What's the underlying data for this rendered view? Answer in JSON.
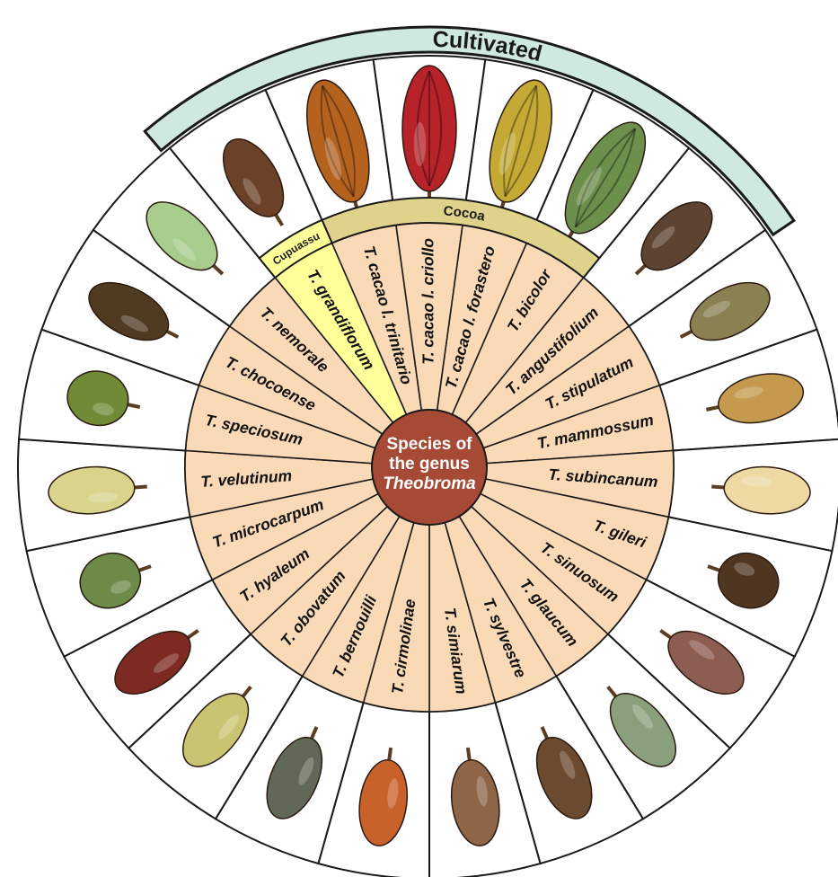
{
  "center": {
    "line1": "Species of",
    "line2": "the genus",
    "line3": "Theobroma"
  },
  "bands": {
    "cultivated": "Cultivated",
    "cocoa": "Cocoa",
    "cupuassu": "Cupuassu"
  },
  "colors": {
    "outer_ring": "#ffffff",
    "inner_wedge": "#fad9b6",
    "highlight_wedge": "#ffff99",
    "center_disc": "#a64a36",
    "cultivated_band": "#cfe9df",
    "cocoa_band": "#dfd28b"
  },
  "species": [
    {
      "name": "T. grandiflorum",
      "highlight": true,
      "pod": "brown-oval-icon",
      "color": "#6b4127"
    },
    {
      "name": "T. cacao l. trinitario",
      "highlight": false,
      "pod": "ribbed-pod-icon",
      "color": "#b5621f"
    },
    {
      "name": "T. cacao l. criollo",
      "highlight": false,
      "pod": "ribbed-pod-icon",
      "color": "#b8232a"
    },
    {
      "name": "T. cacao l. forastero",
      "highlight": false,
      "pod": "ribbed-pod-icon",
      "color": "#c4a934"
    },
    {
      "name": "T. bicolor",
      "highlight": false,
      "pod": "striped-pod-icon",
      "color": "#6d8f4c"
    },
    {
      "name": "T. angustifolium",
      "highlight": false,
      "pod": "brown-oval-icon",
      "color": "#5d4331"
    },
    {
      "name": "T. stipulatum",
      "highlight": false,
      "pod": "olive-oval-icon",
      "color": "#8a8152"
    },
    {
      "name": "T. mammossum",
      "highlight": false,
      "pod": "lobed-pod-icon",
      "color": "#c59a4e"
    },
    {
      "name": "T. subincanum",
      "highlight": false,
      "pod": "pale-oval-icon",
      "color": "#eed9a3"
    },
    {
      "name": "T. gileri",
      "highlight": false,
      "pod": "dark-oval-icon",
      "color": "#4e3620"
    },
    {
      "name": "T. sinuosum",
      "highlight": false,
      "pod": "flower-pod-icon",
      "color": "#8d5d52"
    },
    {
      "name": "T. glaucum",
      "highlight": false,
      "pod": "green-pod-icon",
      "color": "#8aa07c"
    },
    {
      "name": "T. sylvestre",
      "highlight": false,
      "pod": "brown-oval-icon",
      "color": "#6b4a30"
    },
    {
      "name": "T. simiarum",
      "highlight": false,
      "pod": "long-pod-icon",
      "color": "#8e6647"
    },
    {
      "name": "T. cirmolinae",
      "highlight": false,
      "pod": "orange-pod-icon",
      "color": "#c8622a"
    },
    {
      "name": "T. bernouilli",
      "highlight": false,
      "pod": "grey-pod-icon",
      "color": "#626858"
    },
    {
      "name": "T. obovatum",
      "highlight": false,
      "pod": "yellow-pod-icon",
      "color": "#c9c471"
    },
    {
      "name": "T. hyaleum",
      "highlight": false,
      "pod": "red-oval-icon",
      "color": "#7d2a22"
    },
    {
      "name": "T. microcarpum",
      "highlight": false,
      "pod": "green-round-icon",
      "color": "#6d8a48"
    },
    {
      "name": "T. velutinum",
      "highlight": false,
      "pod": "small-pod-icon",
      "color": "#d8d48b"
    },
    {
      "name": "T. speciosum",
      "highlight": false,
      "pod": "green-round-icon",
      "color": "#708a36"
    },
    {
      "name": "T. chocoense",
      "highlight": false,
      "pod": "brown-oval-icon",
      "color": "#4f3a22"
    },
    {
      "name": "T. nemorale",
      "highlight": false,
      "pod": "green-oval-icon",
      "color": "#a8cc8c"
    }
  ]
}
